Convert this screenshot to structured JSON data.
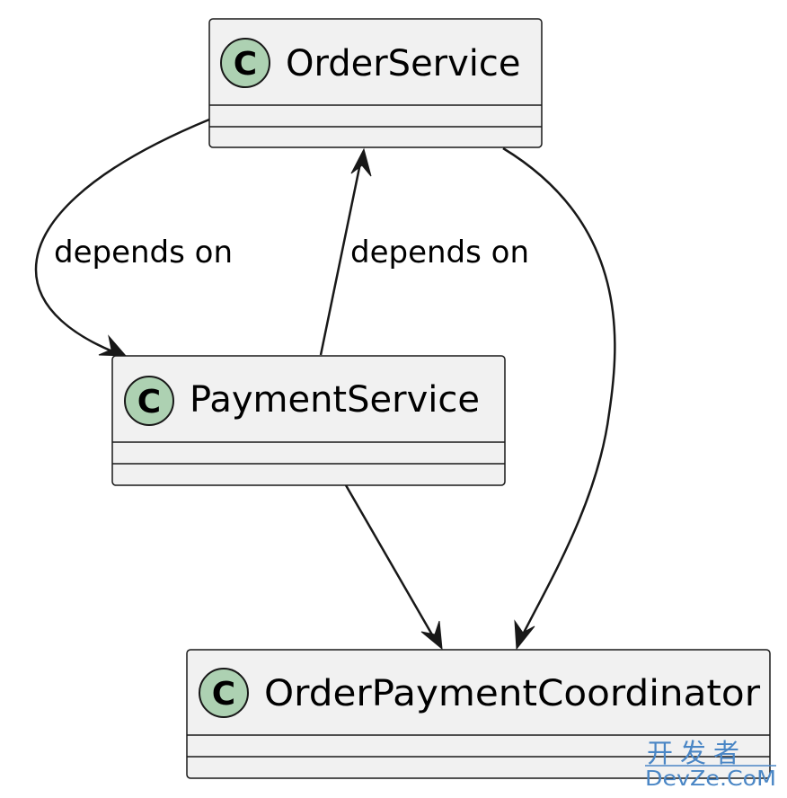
{
  "classes": {
    "order_service": {
      "name": "OrderService",
      "stereotype": "C"
    },
    "payment_service": {
      "name": "PaymentService",
      "stereotype": "C"
    },
    "coordinator": {
      "name": "OrderPaymentCoordinator",
      "stereotype": "C"
    }
  },
  "edges": {
    "order_to_payment": {
      "label": "depends on"
    },
    "payment_to_order": {
      "label": "depends on"
    }
  },
  "colors": {
    "box_fill": "#f1f1f1",
    "box_stroke": "#181818",
    "stereotype_fill": "#add1b2",
    "watermark": "#4a86c5"
  },
  "watermark": {
    "cn": "开发者",
    "en": "DevZe.CoM"
  }
}
